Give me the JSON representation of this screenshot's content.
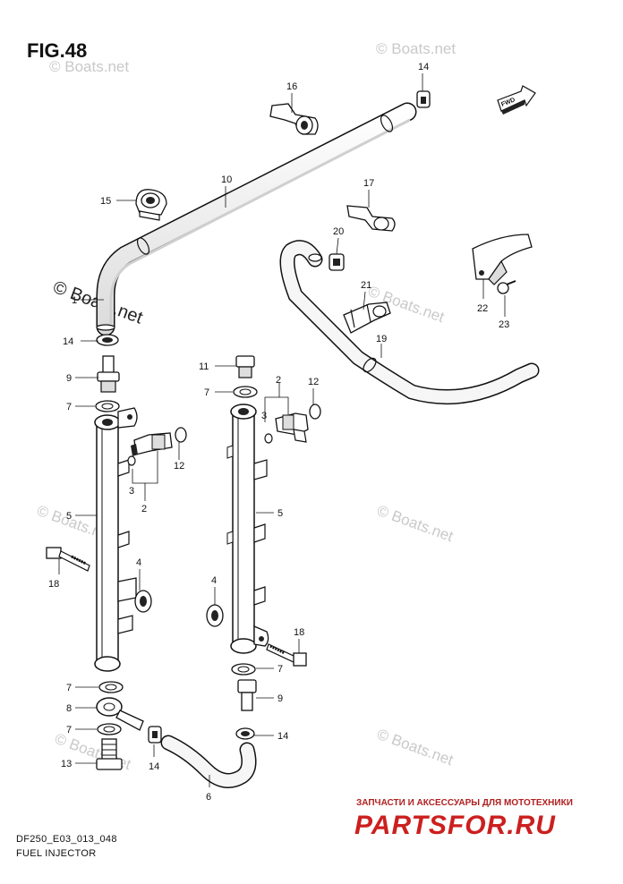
{
  "figure": {
    "title": "FIG.48",
    "model_code": "DF250_E03_013_048",
    "caption": "FUEL INJECTOR"
  },
  "watermark": {
    "text_main": "© Boats.net",
    "text_faint": "© Boats.net"
  },
  "brand": {
    "tagline": "ЗАПЧАСТИ И АКСЕССУАРЫ ДЛЯ МОТОТЕХНИКИ",
    "logo": "PARTSFOR.RU"
  },
  "fwd_label": "FWD",
  "callouts": {
    "c1": "1",
    "c2a": "2",
    "c2b": "2",
    "c3a": "3",
    "c3b": "3",
    "c4a": "4",
    "c4b": "4",
    "c5a": "5",
    "c5b": "5",
    "c6": "6",
    "c7a": "7",
    "c7b": "7",
    "c7c": "7",
    "c7d": "7",
    "c7e": "7",
    "c8": "8",
    "c9a": "9",
    "c9b": "9",
    "c10": "10",
    "c11": "11",
    "c12a": "12",
    "c12b": "12",
    "c13": "13",
    "c14a": "14",
    "c14b": "14",
    "c14c": "14",
    "c14d": "14",
    "c15": "15",
    "c16": "16",
    "c17": "17",
    "c18a": "18",
    "c18b": "18",
    "c19": "19",
    "c20": "20",
    "c21": "21",
    "c22": "22",
    "c23": "23"
  }
}
